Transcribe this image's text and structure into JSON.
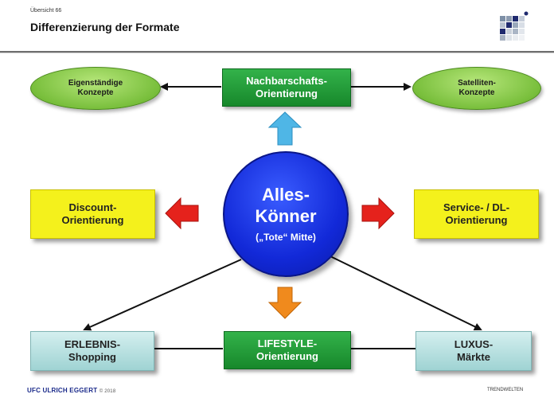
{
  "header": {
    "slide_number": "Übersicht 66",
    "title": "Differenzierung der Formate"
  },
  "center": {
    "line1": "Alles-",
    "line2": "Könner",
    "line3": "(„Tote“ Mitte)"
  },
  "nodes": {
    "top": "Nachbarschafts-\nOrientierung",
    "top_left": "Eigenständige\nKonzepte",
    "top_right": "Satelliten-\nKonzepte",
    "left": "Discount-\nOrientierung",
    "right": "Service- / DL-\nOrientierung",
    "bottom": "LIFESTYLE-\nOrientierung",
    "bottom_left": "ERLEBNIS-\nShopping",
    "bottom_right": "LUXUS-\nMärkte"
  },
  "footer": {
    "left_brand": "UFC ULRICH EGGERT",
    "left_copyright": "© 2018",
    "right_brand": "TRENDWELTEN"
  },
  "colors": {
    "green": "#17882b",
    "yellow": "#f4f11c",
    "teal": "#b5e0e0",
    "blue_circle": "#1229d8",
    "arrow_up": "#4fb6e6",
    "arrow_side": "#e5221c",
    "arrow_down": "#f08a1d"
  },
  "icons": {
    "logo": "grid-logo-icon"
  }
}
